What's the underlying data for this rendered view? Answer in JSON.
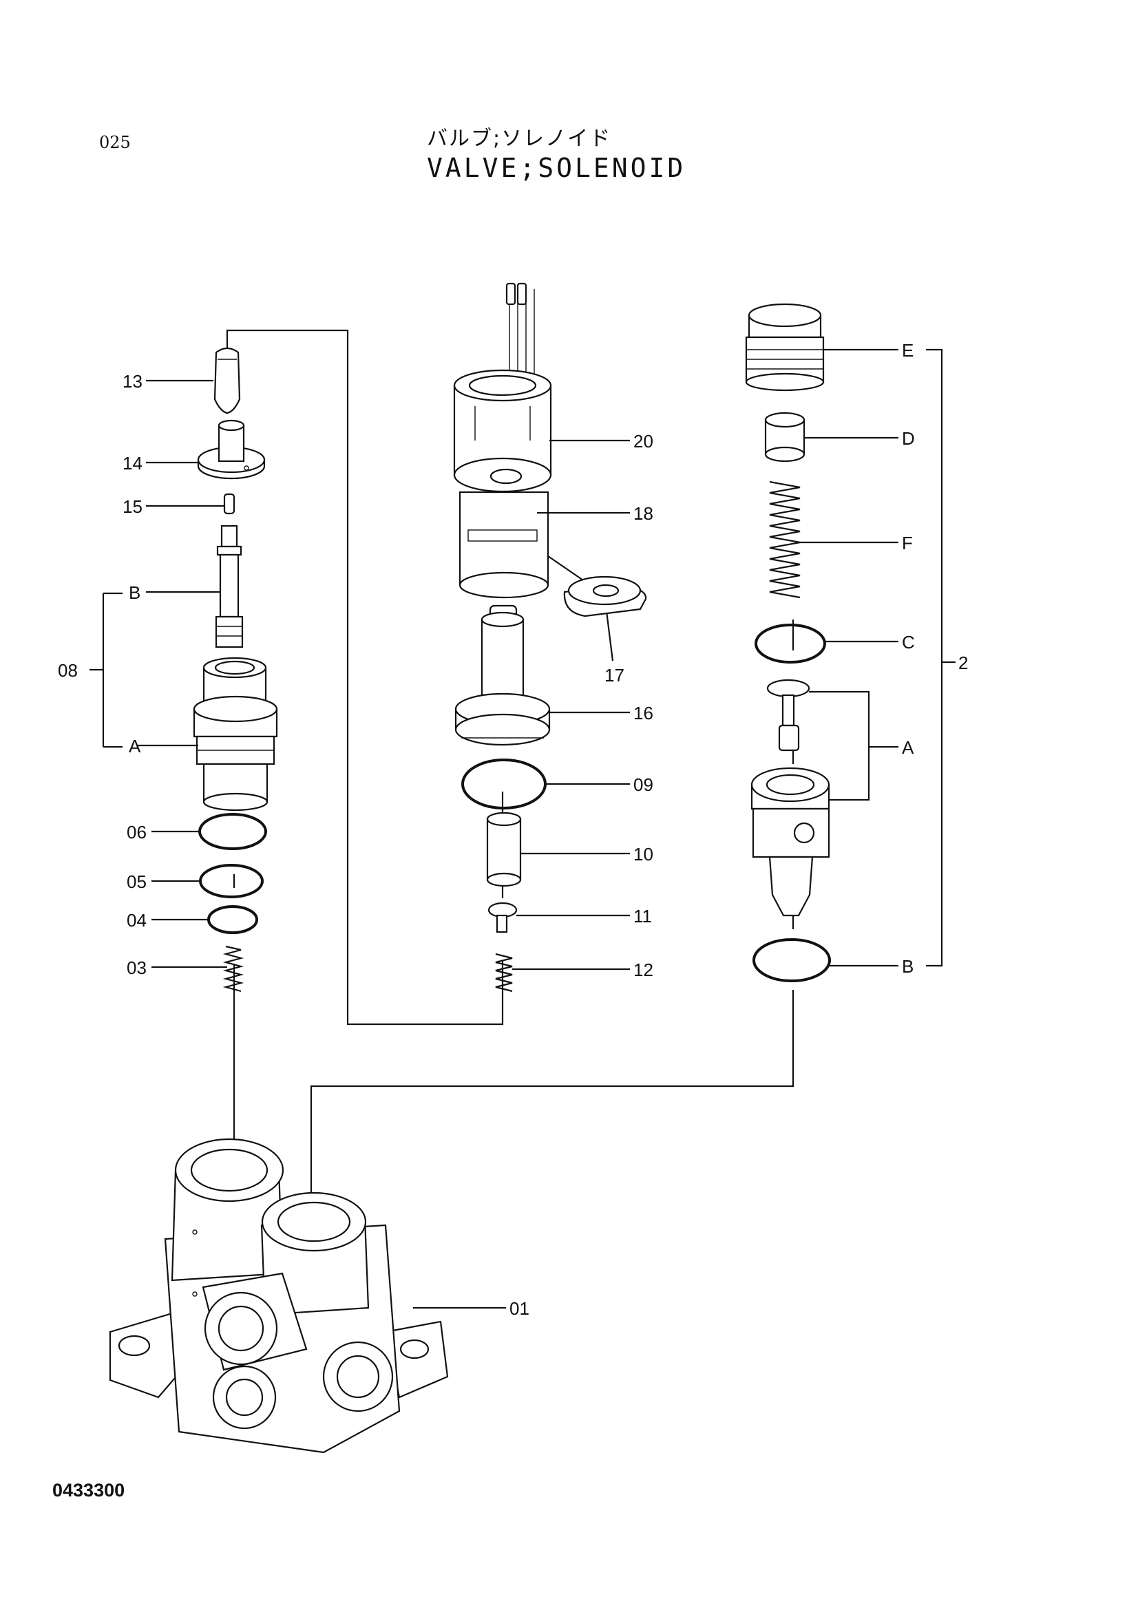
{
  "header": {
    "page_number": "025",
    "title_jp": "バルブ;ソレノイド",
    "title_en": "VALVE;SOLENOID"
  },
  "footer": {
    "drawing_number": "0433300"
  },
  "part_labels": {
    "p13": "13",
    "p14": "14",
    "p15": "15",
    "pB_left": "B",
    "p08": "08",
    "pA_left": "A",
    "p06": "06",
    "p05": "05",
    "p04": "04",
    "p03": "03",
    "p20": "20",
    "p18": "18",
    "p17": "17",
    "p16": "16",
    "p09": "09",
    "p10": "10",
    "p11": "11",
    "p12": "12",
    "pE": "E",
    "pD": "D",
    "pF": "F",
    "pC": "C",
    "p2": "2",
    "pA_right": "A",
    "pB_right": "B",
    "p01": "01"
  }
}
